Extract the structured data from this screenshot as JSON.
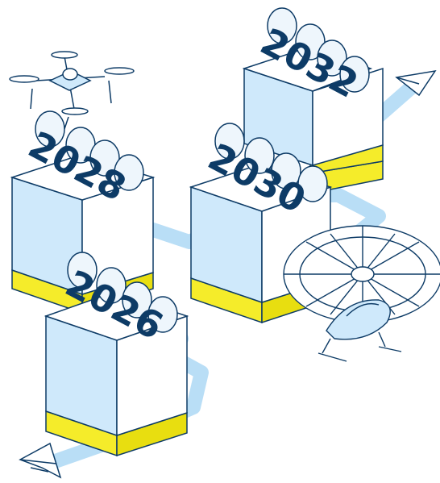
{
  "years": {
    "y2026": "2026",
    "y2028": "2028",
    "y2030": "2030",
    "y2032": "2032"
  },
  "icons": [
    "quadcopter-drone-icon",
    "multirotor-air-taxi-icon",
    "paper-plane-icon"
  ],
  "colors": {
    "outline": "#0d3b66",
    "digit_fill": "#0d3b66",
    "cube_face_light": "#cfe9fb",
    "cube_face_white": "#ffffff",
    "path_blue": "#b9def6",
    "base_yellow": "#f5ec2a",
    "digit_back": "#eef6fc"
  }
}
